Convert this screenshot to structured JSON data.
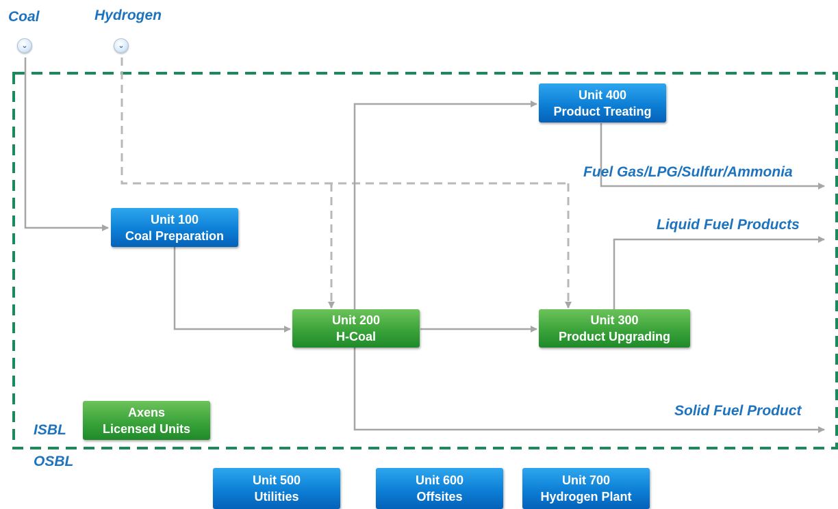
{
  "inputs": {
    "coal": "Coal",
    "hydrogen": "Hydrogen"
  },
  "boundary": {
    "isbl": "ISBL",
    "osbl": "OSBL"
  },
  "units": {
    "u100": {
      "line1": "Unit 100",
      "line2": "Coal Preparation"
    },
    "u200": {
      "line1": "Unit 200",
      "line2": "H-Coal"
    },
    "u300": {
      "line1": "Unit 300",
      "line2": "Product Upgrading"
    },
    "u400": {
      "line1": "Unit 400",
      "line2": "Product Treating"
    },
    "u500": {
      "line1": "Unit 500",
      "line2": "Utilities"
    },
    "u600": {
      "line1": "Unit 600",
      "line2": "Offsites"
    },
    "u700": {
      "line1": "Unit 700",
      "line2": "Hydrogen Plant"
    }
  },
  "legend": {
    "line1": "Axens",
    "line2": "Licensed Units"
  },
  "outputs": {
    "fuel_gas": "Fuel Gas/LPG/Sulfur/Ammonia",
    "liquid": "Liquid Fuel Products",
    "solid": "Solid Fuel Product"
  },
  "colors": {
    "accent_blue": "#1e73be",
    "unit_blue": "#0d7fd6",
    "unit_green": "#3aa33a",
    "boundary_green": "#1a8a5a",
    "flow_gray": "#a6a6a6"
  },
  "icons": {
    "coal_input": "double-chevron-down-icon",
    "hydrogen_input": "double-chevron-down-icon"
  }
}
